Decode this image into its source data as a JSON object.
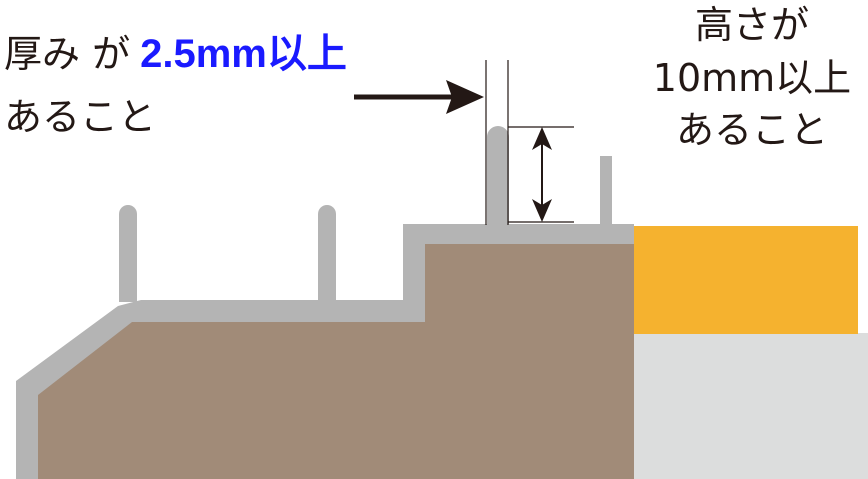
{
  "thickness_label": {
    "line1_prefix": "厚み が",
    "line1_value": "2.5mm以上",
    "line2": "あること"
  },
  "height_label": {
    "line1": "高さが",
    "line2": "10mm以上",
    "line3": "あること"
  },
  "colors": {
    "wall": "#b4b4b4",
    "fill": "#a18b78",
    "accent_block": "#f5b22f",
    "base_block": "#dcdddd",
    "accent_text": "#1a1aff",
    "ink": "#231815"
  }
}
